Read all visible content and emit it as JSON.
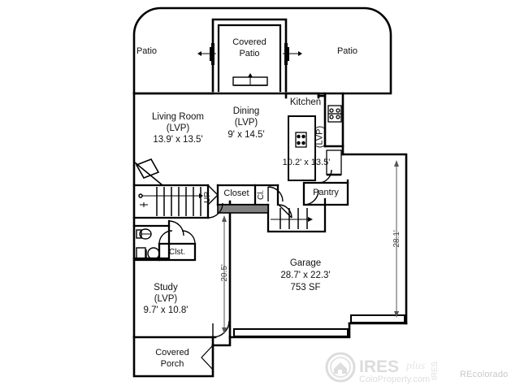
{
  "document": {
    "type": "residential-floor-plan",
    "level": "main-level"
  },
  "rooms": [
    {
      "id": "patio-left",
      "name": "Patio",
      "flooring": "",
      "dimensions": "",
      "area": ""
    },
    {
      "id": "covered-patio",
      "name": "Covered\nPatio",
      "line1": "Covered",
      "line2": "Patio",
      "flooring": "",
      "dimensions": "",
      "area": ""
    },
    {
      "id": "patio-right",
      "name": "Patio",
      "flooring": "",
      "dimensions": "",
      "area": ""
    },
    {
      "id": "living-room",
      "name": "Living Room",
      "flooring": "(LVP)",
      "dimensions": "13.9' x 13.5'",
      "area": ""
    },
    {
      "id": "dining",
      "name": "Dining",
      "flooring": "(LVP)",
      "dimensions": "9' x 14.5'",
      "area": ""
    },
    {
      "id": "kitchen",
      "name": "Kitchen",
      "flooring": "(LVP)",
      "dimensions": "10.2' x 13.5'",
      "area": ""
    },
    {
      "id": "pantry",
      "name": "Pantry",
      "flooring": "",
      "dimensions": "",
      "area": ""
    },
    {
      "id": "closet",
      "name": "Closet",
      "flooring": "",
      "dimensions": "",
      "area": ""
    },
    {
      "id": "closet-small",
      "name": "Cl.",
      "flooring": "",
      "dimensions": "",
      "area": ""
    },
    {
      "id": "closet-study",
      "name": "Clst.",
      "flooring": "",
      "dimensions": "",
      "area": ""
    },
    {
      "id": "study",
      "name": "Study",
      "flooring": "(LVP)",
      "dimensions": "9.7' x 10.8'",
      "area": ""
    },
    {
      "id": "garage",
      "name": "Garage",
      "flooring": "",
      "dimensions": "28.7' x 22.3'",
      "area": "753 SF"
    },
    {
      "id": "covered-porch",
      "line1": "Covered",
      "line2": "Porch",
      "name": "Covered Porch",
      "flooring": "",
      "dimensions": "",
      "area": ""
    }
  ],
  "labels": {
    "patio_left": "Patio",
    "patio_right": "Patio",
    "covered_patio_l1": "Covered",
    "covered_patio_l2": "Patio",
    "living_room": "Living Room",
    "living_room_flooring": "(LVP)",
    "living_room_dims": "13.9' x 13.5'",
    "dining": "Dining",
    "dining_flooring": "(LVP)",
    "dining_dims": "9' x 14.5'",
    "kitchen": "Kitchen",
    "kitchen_flooring": "(LVP)",
    "kitchen_dims": "10.2' x 13.5'",
    "pantry": "Pantry",
    "closet": "Closet",
    "closet_small": "Cl.",
    "closet_study": "Clst.",
    "stairs_up": "UP",
    "study": "Study",
    "study_flooring": "(LVP)",
    "study_dims": "9.7' x 10.8'",
    "garage": "Garage",
    "garage_dims": "28.7' x 22.3'",
    "garage_area": "753 SF",
    "covered_porch_l1": "Covered",
    "covered_porch_l2": "Porch"
  },
  "dimension_lines": [
    {
      "id": "garage-depth-left",
      "value": "20.5'",
      "orientation": "vertical"
    },
    {
      "id": "building-depth-right",
      "value": "28.1'",
      "orientation": "vertical"
    }
  ],
  "watermark": {
    "brand": "IRES",
    "site": "ColoProperty.com",
    "side_text": "IRES",
    "secondary": "REcolorado"
  },
  "colors": {
    "wall": "#000000",
    "background": "#ffffff",
    "shaded_wall": "#808080",
    "watermark": "#d8d8d8",
    "watermark_secondary": "#c9c9c9"
  }
}
